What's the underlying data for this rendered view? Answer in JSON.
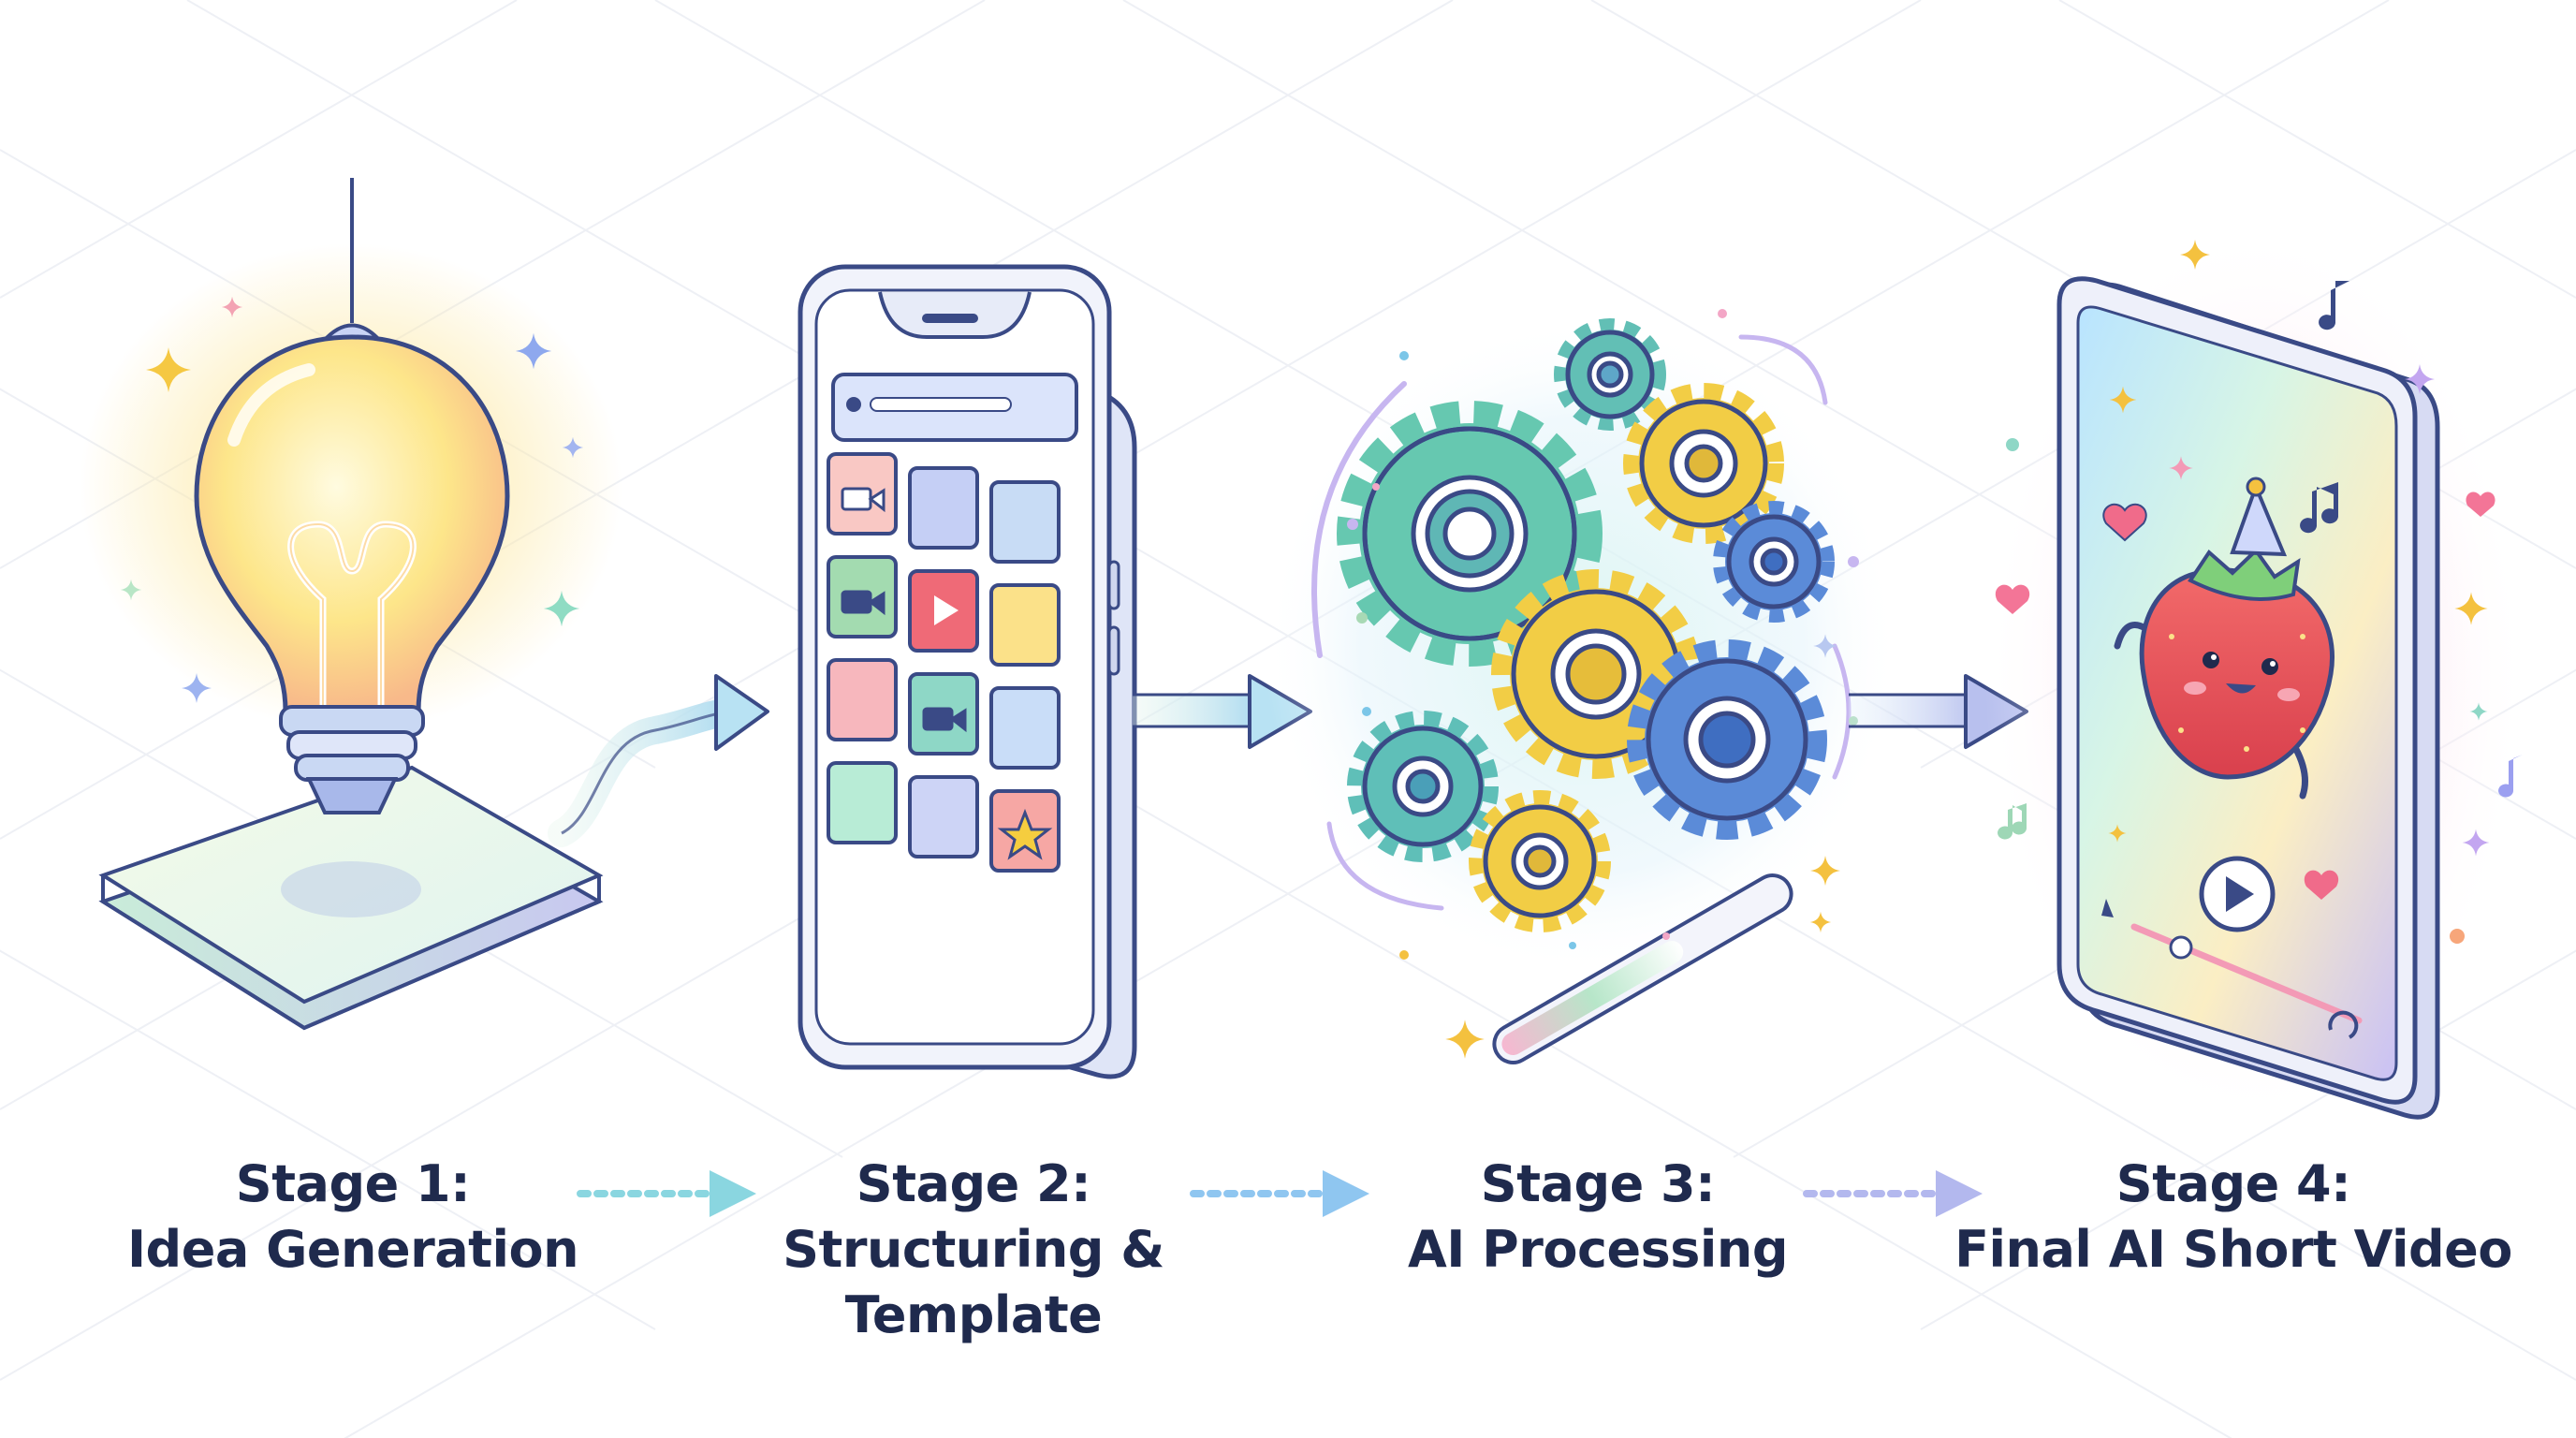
{
  "stages": [
    {
      "label": "Stage 1:",
      "lines": [
        "Idea Generation"
      ]
    },
    {
      "label": "Stage 2:",
      "lines": [
        "Structuring &",
        "Template"
      ]
    },
    {
      "label": "Stage 3:",
      "lines": [
        "AI Processing"
      ]
    },
    {
      "label": "Stage 4:",
      "lines": [
        "Final AI Short Video"
      ]
    }
  ],
  "icons": {
    "stage1": "lightbulb-icon",
    "stage2": "template-phone-icon",
    "stage3": "gears-icon",
    "stage4": "video-phone-icon"
  },
  "colors": {
    "text": "#1f2a4d",
    "outline": "#3a4a86",
    "bulb": "#fde58a",
    "teal": "#5fc9b4",
    "yellow": "#f2cd45",
    "blue": "#5b8bd8",
    "arrow": "#a9c4f2"
  }
}
